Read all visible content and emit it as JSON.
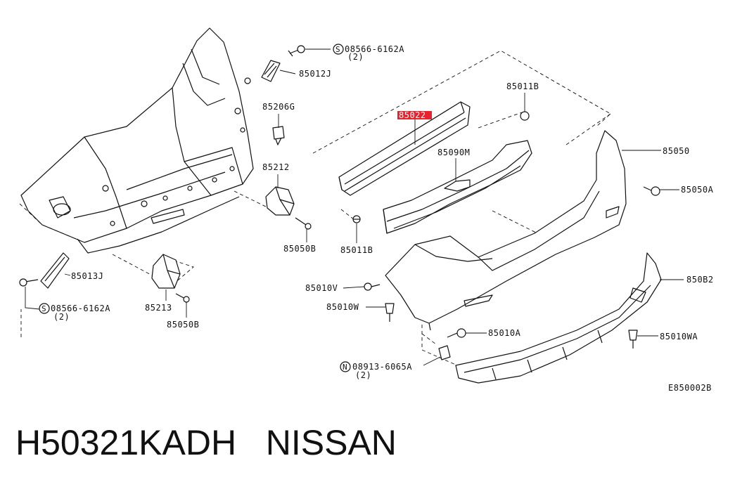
{
  "labels": {
    "l_08566_top": "08566-6162A",
    "l_08566_top_qty": "(2)",
    "l_85012J": "85012J",
    "l_85206G": "85206G",
    "l_85212": "85212",
    "l_85050B_a": "85050B",
    "l_85013J": "85013J",
    "l_08566_bot": "08566-6162A",
    "l_08566_bot_qty": "(2)",
    "l_85213": "85213",
    "l_85050B_b": "85050B",
    "l_85022": "85022",
    "l_85011B_top": "85011B",
    "l_85090M": "85090M",
    "l_85011B_bot": "85011B",
    "l_85050": "85050",
    "l_85050A": "85050A",
    "l_85010V": "85010V",
    "l_85010W": "85010W",
    "l_85010A": "85010A",
    "l_85082": "850B2",
    "l_85010WA": "85010WA",
    "l_08913": "08913-6065A",
    "l_08913_qty": "(2)",
    "diagram_code": "E850002B"
  },
  "symbols": {
    "s_top": "S",
    "s_bot": "S",
    "n_sym": "N"
  },
  "colors": {
    "highlight": "#e8212b",
    "ink": "#111111"
  },
  "footer": {
    "part_number": "H50321KADH",
    "brand": "NISSAN"
  }
}
